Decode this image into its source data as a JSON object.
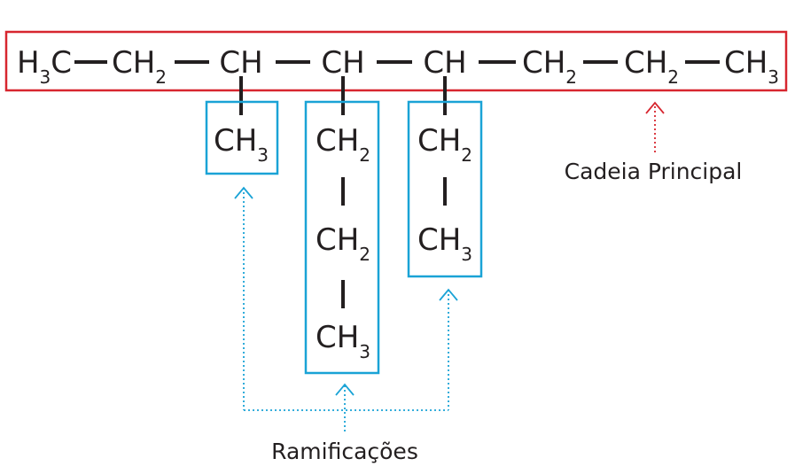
{
  "chain": {
    "groups": [
      {
        "base": "H",
        "sub": "3",
        "tail": "C"
      },
      {
        "base": "CH",
        "sub": "2",
        "tail": ""
      },
      {
        "base": "CH",
        "sub": "",
        "tail": ""
      },
      {
        "base": "CH",
        "sub": "",
        "tail": ""
      },
      {
        "base": "CH",
        "sub": "",
        "tail": ""
      },
      {
        "base": "CH",
        "sub": "2",
        "tail": ""
      },
      {
        "base": "CH",
        "sub": "2",
        "tail": ""
      },
      {
        "base": "CH",
        "sub": "3",
        "tail": ""
      }
    ],
    "label": "Cadeia Principal"
  },
  "branches": [
    {
      "groups": [
        {
          "base": "CH",
          "sub": "3"
        }
      ]
    },
    {
      "groups": [
        {
          "base": "CH",
          "sub": "2"
        },
        {
          "base": "CH",
          "sub": "2"
        },
        {
          "base": "CH",
          "sub": "3"
        }
      ]
    },
    {
      "groups": [
        {
          "base": "CH",
          "sub": "2"
        },
        {
          "base": "CH",
          "sub": "3"
        }
      ]
    }
  ],
  "branches_label": "Ramificações",
  "colors": {
    "main_box": "#d7262f",
    "branch_box": "#1aa3d6",
    "main_arrow": "#d7262f",
    "branch_arrow": "#1aa3d6",
    "text": "#231f20"
  }
}
